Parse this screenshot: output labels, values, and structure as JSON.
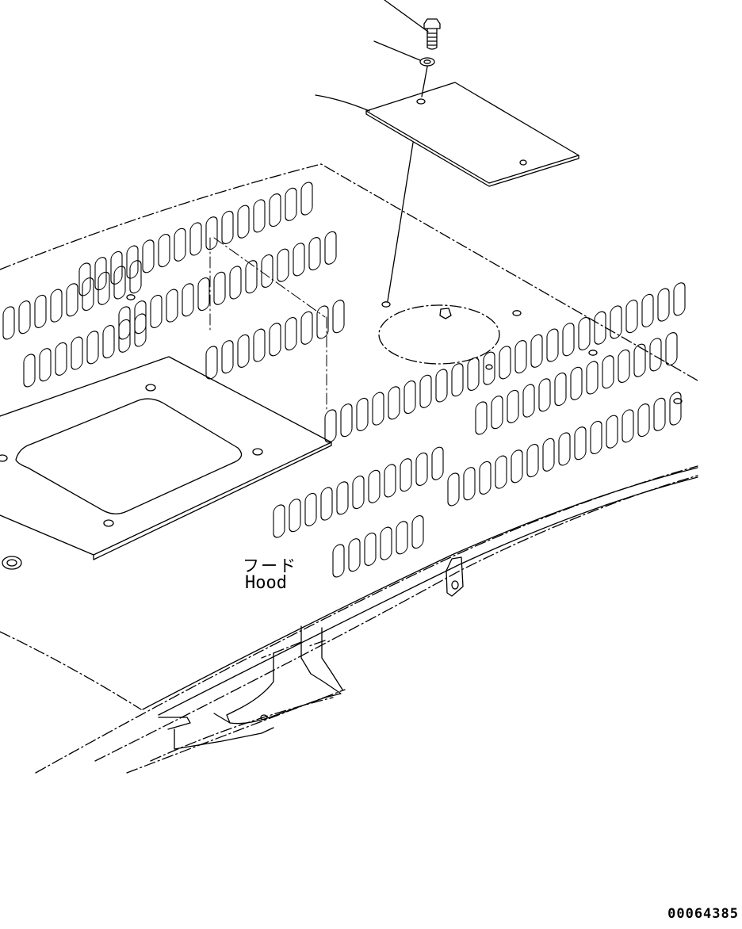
{
  "part_label": {
    "japanese": "フード",
    "english": "Hood"
  },
  "figure_number": "00064385",
  "colors": {
    "line": "#000000",
    "background": "#ffffff"
  }
}
